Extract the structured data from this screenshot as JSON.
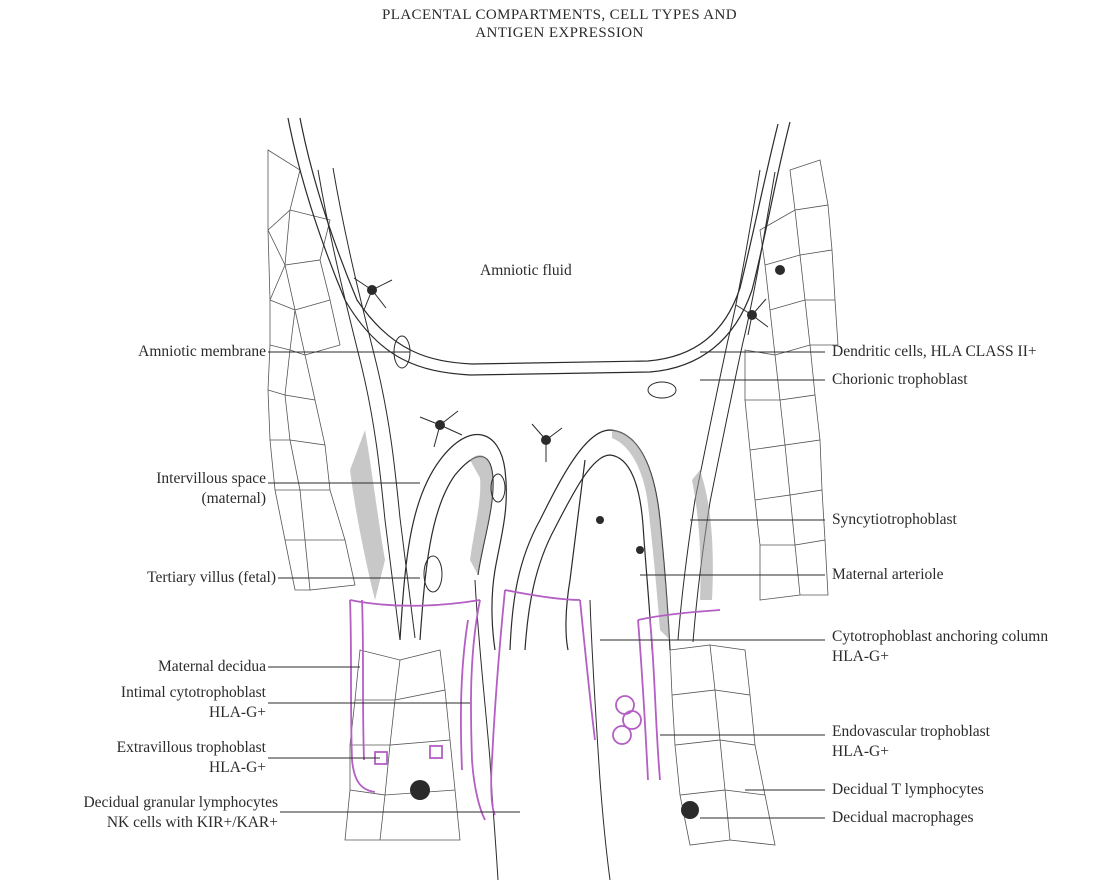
{
  "title": {
    "line1": "PLACENTAL COMPARTMENTS, CELL TYPES AND",
    "line2": "ANTIGEN EXPRESSION"
  },
  "regions": {
    "amniotic_fluid": "Amniotic fluid"
  },
  "labels_left": {
    "amniotic_membrane": "Amniotic membrane",
    "intervillous_space_1": "Intervillous space",
    "intervillous_space_2": "(maternal)",
    "tertiary_villus": "Tertiary villus (fetal)",
    "maternal_decidua": "Maternal decidua",
    "intimal_cytotrophoblast_1": "Intimal cytotrophoblast",
    "intimal_cytotrophoblast_2": "HLA-G+",
    "extravillous_trophoblast_1": "Extravillous trophoblast",
    "extravillous_trophoblast_2": "HLA-G+",
    "decidual_granular_lymphocytes_1": "Decidual granular lymphocytes",
    "decidual_granular_lymphocytes_2": "NK cells with KIR+/KAR+"
  },
  "labels_right": {
    "dendritic_cells": "Dendritic cells, HLA CLASS II+",
    "chorionic_trophoblast": "Chorionic trophoblast",
    "syncytiotrophoblast": "Syncytiotrophoblast",
    "maternal_arteriole": "Maternal arteriole",
    "cytotrophoblast_column_1": "Cytotrophoblast anchoring column",
    "cytotrophoblast_column_2": "HLA-G+",
    "endovascular_trophoblast_1": "Endovascular trophoblast",
    "endovascular_trophoblast_2": "HLA-G+",
    "decidual_t_lymphocytes": "Decidual T lymphocytes",
    "decidual_macrophages": "Decidual macrophages"
  },
  "colors": {
    "ink": "#2b2b2b",
    "hla_g_outline": "#b35fc4",
    "shading": "#9a9a9a"
  }
}
